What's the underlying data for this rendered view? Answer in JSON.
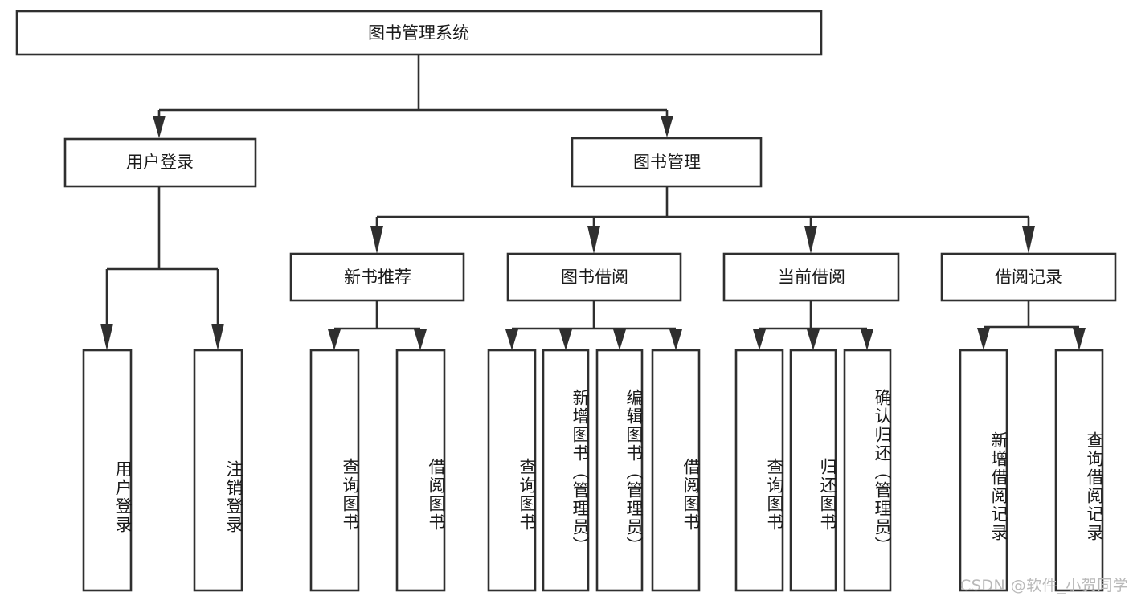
{
  "diagram": {
    "type": "tree-hierarchy",
    "title": "图书管理系统",
    "orientation": "top-down",
    "colors": {
      "box_stroke": "#2f2f2f",
      "box_fill": "#ffffff",
      "text": "#1a1a1a",
      "background": "#ffffff",
      "watermark": "#b9b9b9"
    },
    "root": {
      "label": "图书管理系统"
    },
    "level2": [
      {
        "label": "用户登录"
      },
      {
        "label": "图书管理"
      }
    ],
    "level3": [
      {
        "label": "新书推荐"
      },
      {
        "label": "图书借阅"
      },
      {
        "label": "当前借阅"
      },
      {
        "label": "借阅记录"
      }
    ],
    "leaves": {
      "user_login": [
        {
          "label": "用户登录"
        },
        {
          "label": "注销登录"
        }
      ],
      "new_book_recommend": [
        {
          "label": "查询图书"
        },
        {
          "label": "借阅图书"
        }
      ],
      "book_borrow": [
        {
          "label": "查询图书"
        },
        {
          "label": "新增图书（管理员）"
        },
        {
          "label": "编辑图书（管理员）"
        },
        {
          "label": "借阅图书"
        }
      ],
      "current_borrow": [
        {
          "label": "查询图书"
        },
        {
          "label": "归还图书"
        },
        {
          "label": "确认归还（管理员）"
        }
      ],
      "borrow_record": [
        {
          "label": "新增借阅记录"
        },
        {
          "label": "查询借阅记录"
        }
      ]
    }
  },
  "watermark": {
    "text": "CSDN @软件_小贺同学"
  }
}
